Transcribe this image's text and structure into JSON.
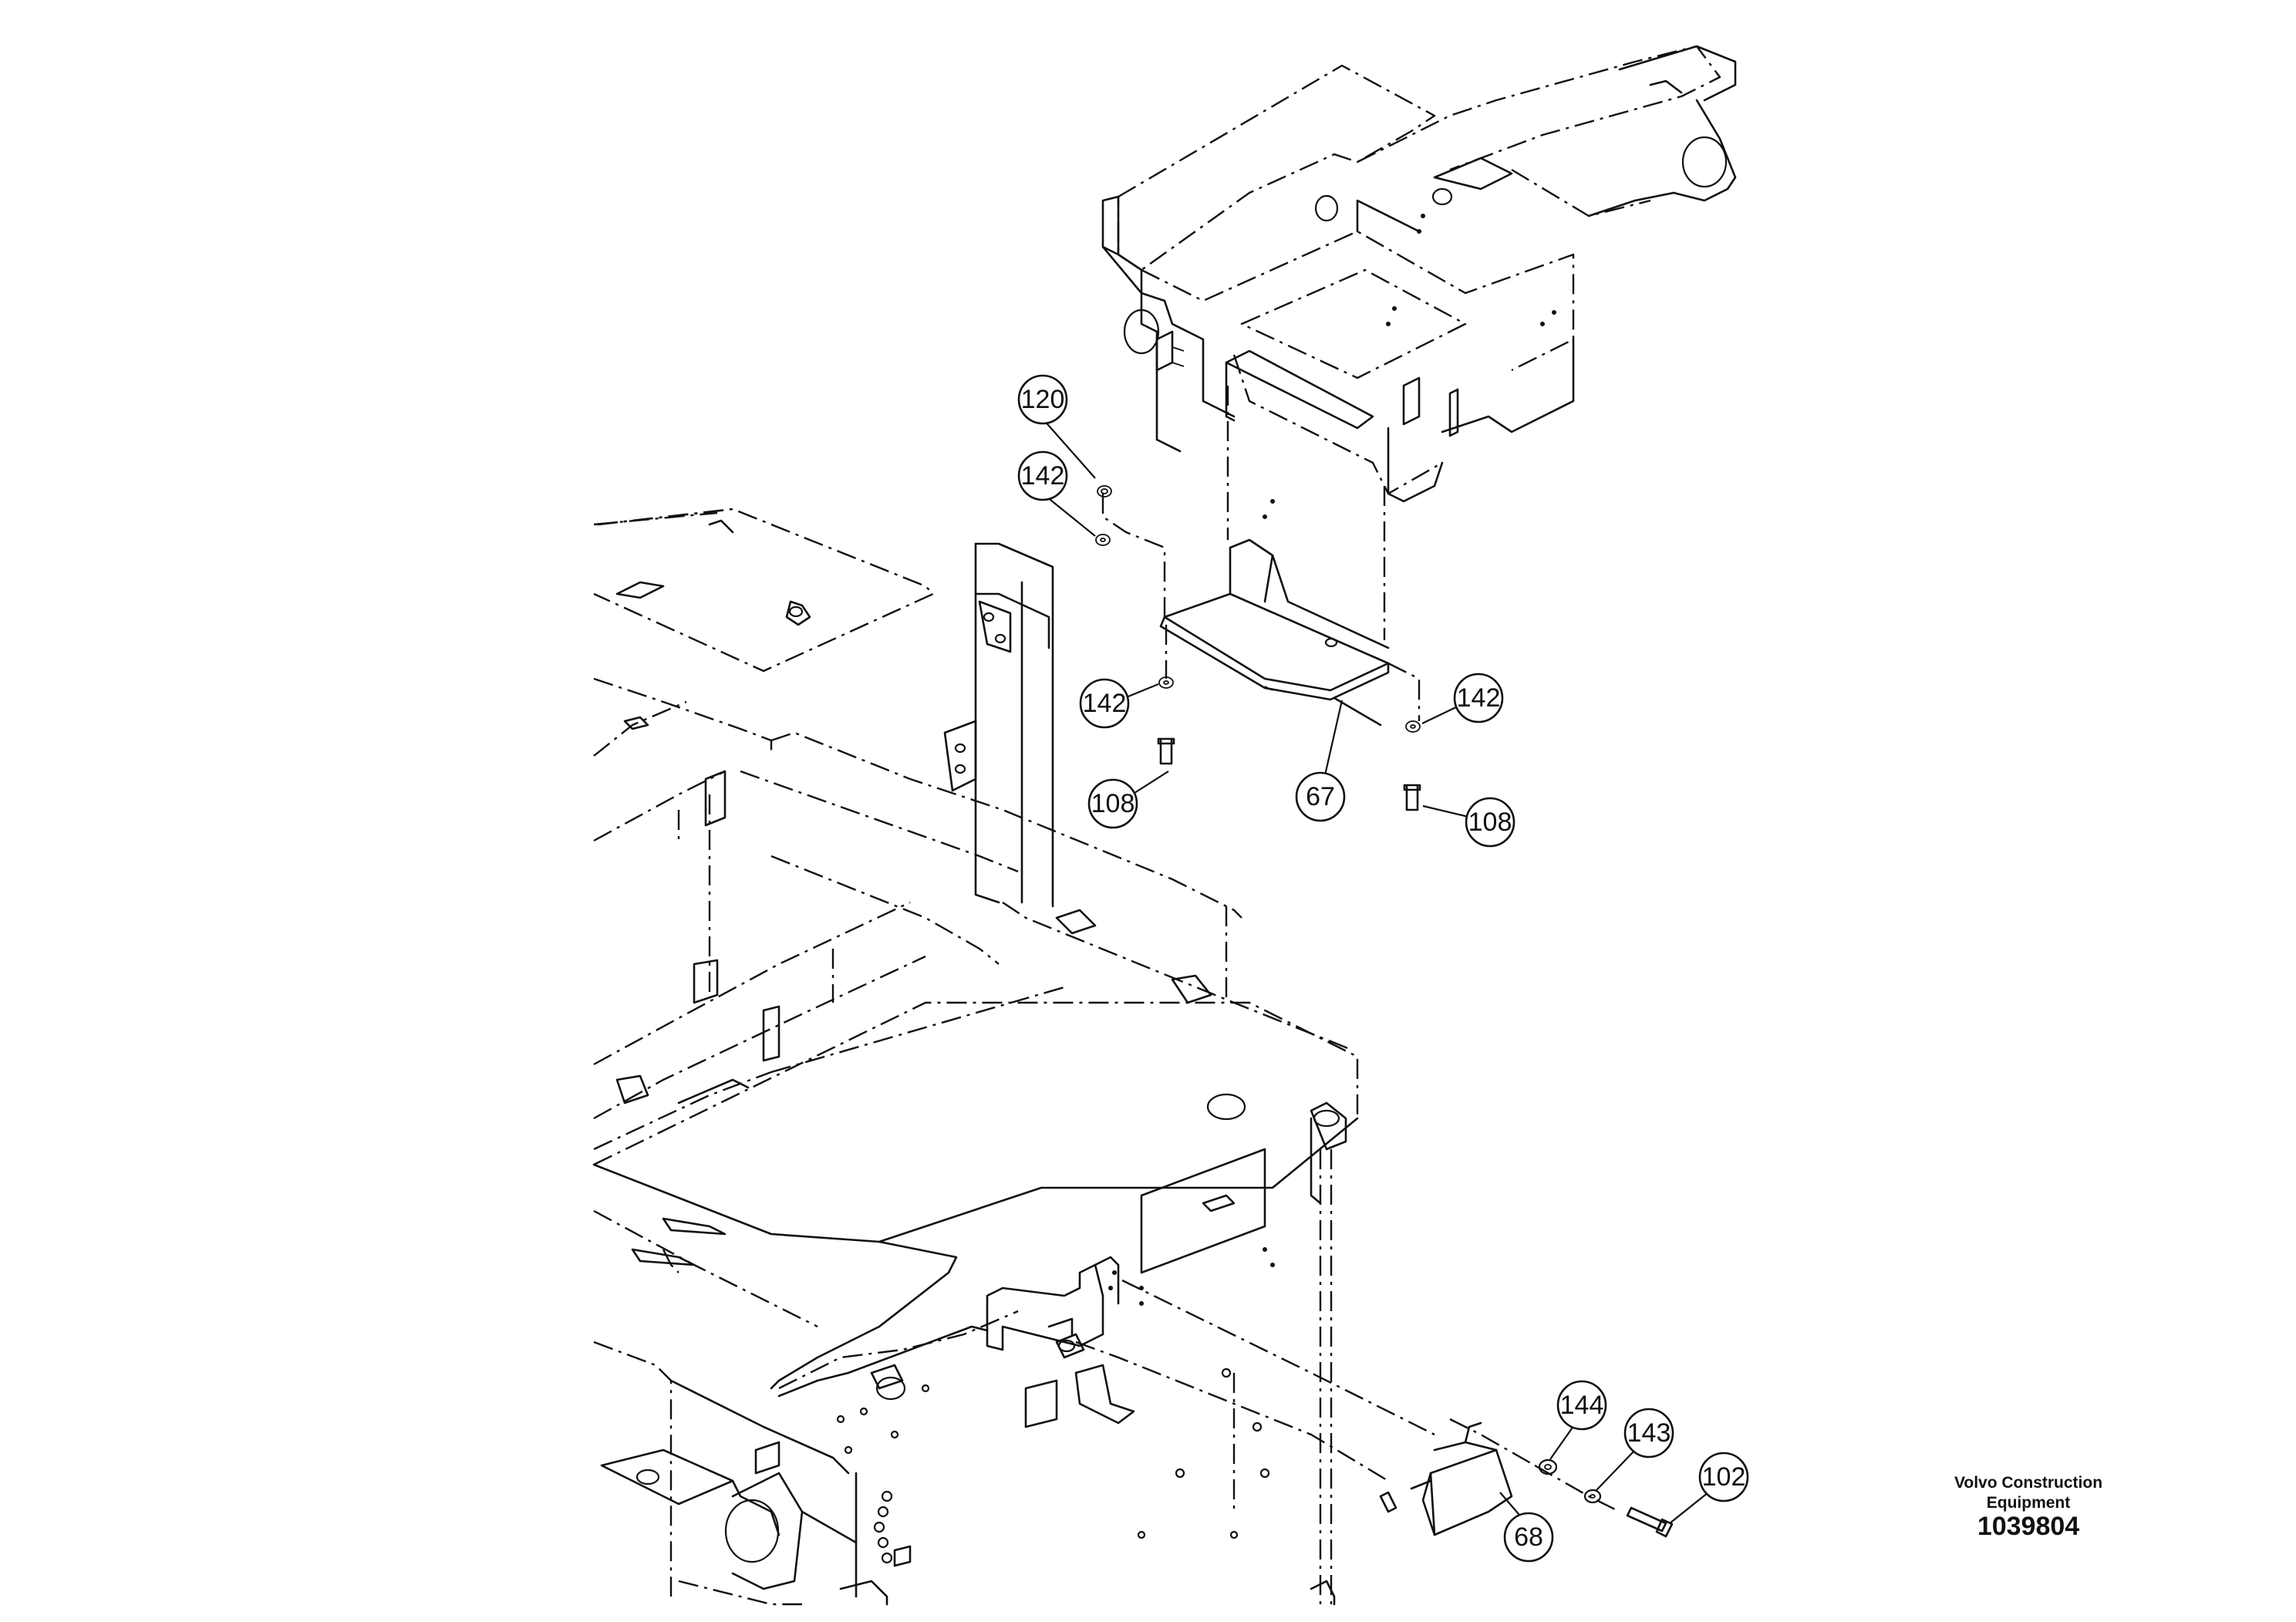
{
  "callouts": [
    {
      "id": "c120",
      "label": "120"
    },
    {
      "id": "c142a",
      "label": "142"
    },
    {
      "id": "c142b",
      "label": "142"
    },
    {
      "id": "c142c",
      "label": "142"
    },
    {
      "id": "c108a",
      "label": "108"
    },
    {
      "id": "c108b",
      "label": "108"
    },
    {
      "id": "c67",
      "label": "67"
    },
    {
      "id": "c144",
      "label": "144"
    },
    {
      "id": "c143",
      "label": "143"
    },
    {
      "id": "c102",
      "label": "102"
    },
    {
      "id": "c68",
      "label": "68"
    }
  ],
  "branding": {
    "line1": "Volvo Construction",
    "line2": "Equipment",
    "document_number": "1039804"
  }
}
